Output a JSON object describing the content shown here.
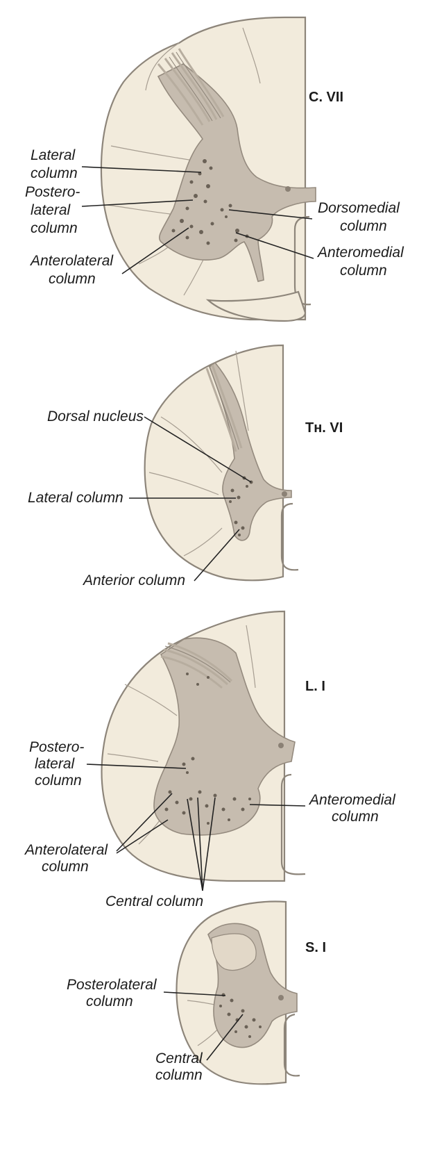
{
  "colors": {
    "white_matter": "#f2ebdc",
    "grey_matter": "#c6bcaf",
    "outline": "#8d857a",
    "nuclei": "#6a6156",
    "text": "#1b1b1b"
  },
  "sections": [
    {
      "segment": "C. VII",
      "labels": {
        "lateral": [
          "Lateral",
          "column"
        ],
        "posterolateral": [
          "Postero-",
          "lateral",
          "column"
        ],
        "anterolateral": [
          "Anterolateral",
          "column"
        ],
        "dorsomedial": [
          "Dorsomedial",
          "column"
        ],
        "anteromedial": [
          "Anteromedial",
          "column"
        ]
      }
    },
    {
      "segment": "Tн. VI",
      "labels": {
        "dorsal": "Dorsal nucleus",
        "lateral": "Lateral column",
        "anterior": "Anterior column"
      }
    },
    {
      "segment": "L. I",
      "labels": {
        "posterolateral": [
          "Postero-",
          "lateral",
          "column"
        ],
        "anteromedial": [
          "Anteromedial",
          "column"
        ],
        "anterolateral": [
          "Anterolateral",
          "column"
        ],
        "central": "Central column"
      }
    },
    {
      "segment": "S. I",
      "labels": {
        "posterolateral": [
          "Posterolateral",
          "column"
        ],
        "central": [
          "Central",
          "column"
        ]
      }
    }
  ]
}
